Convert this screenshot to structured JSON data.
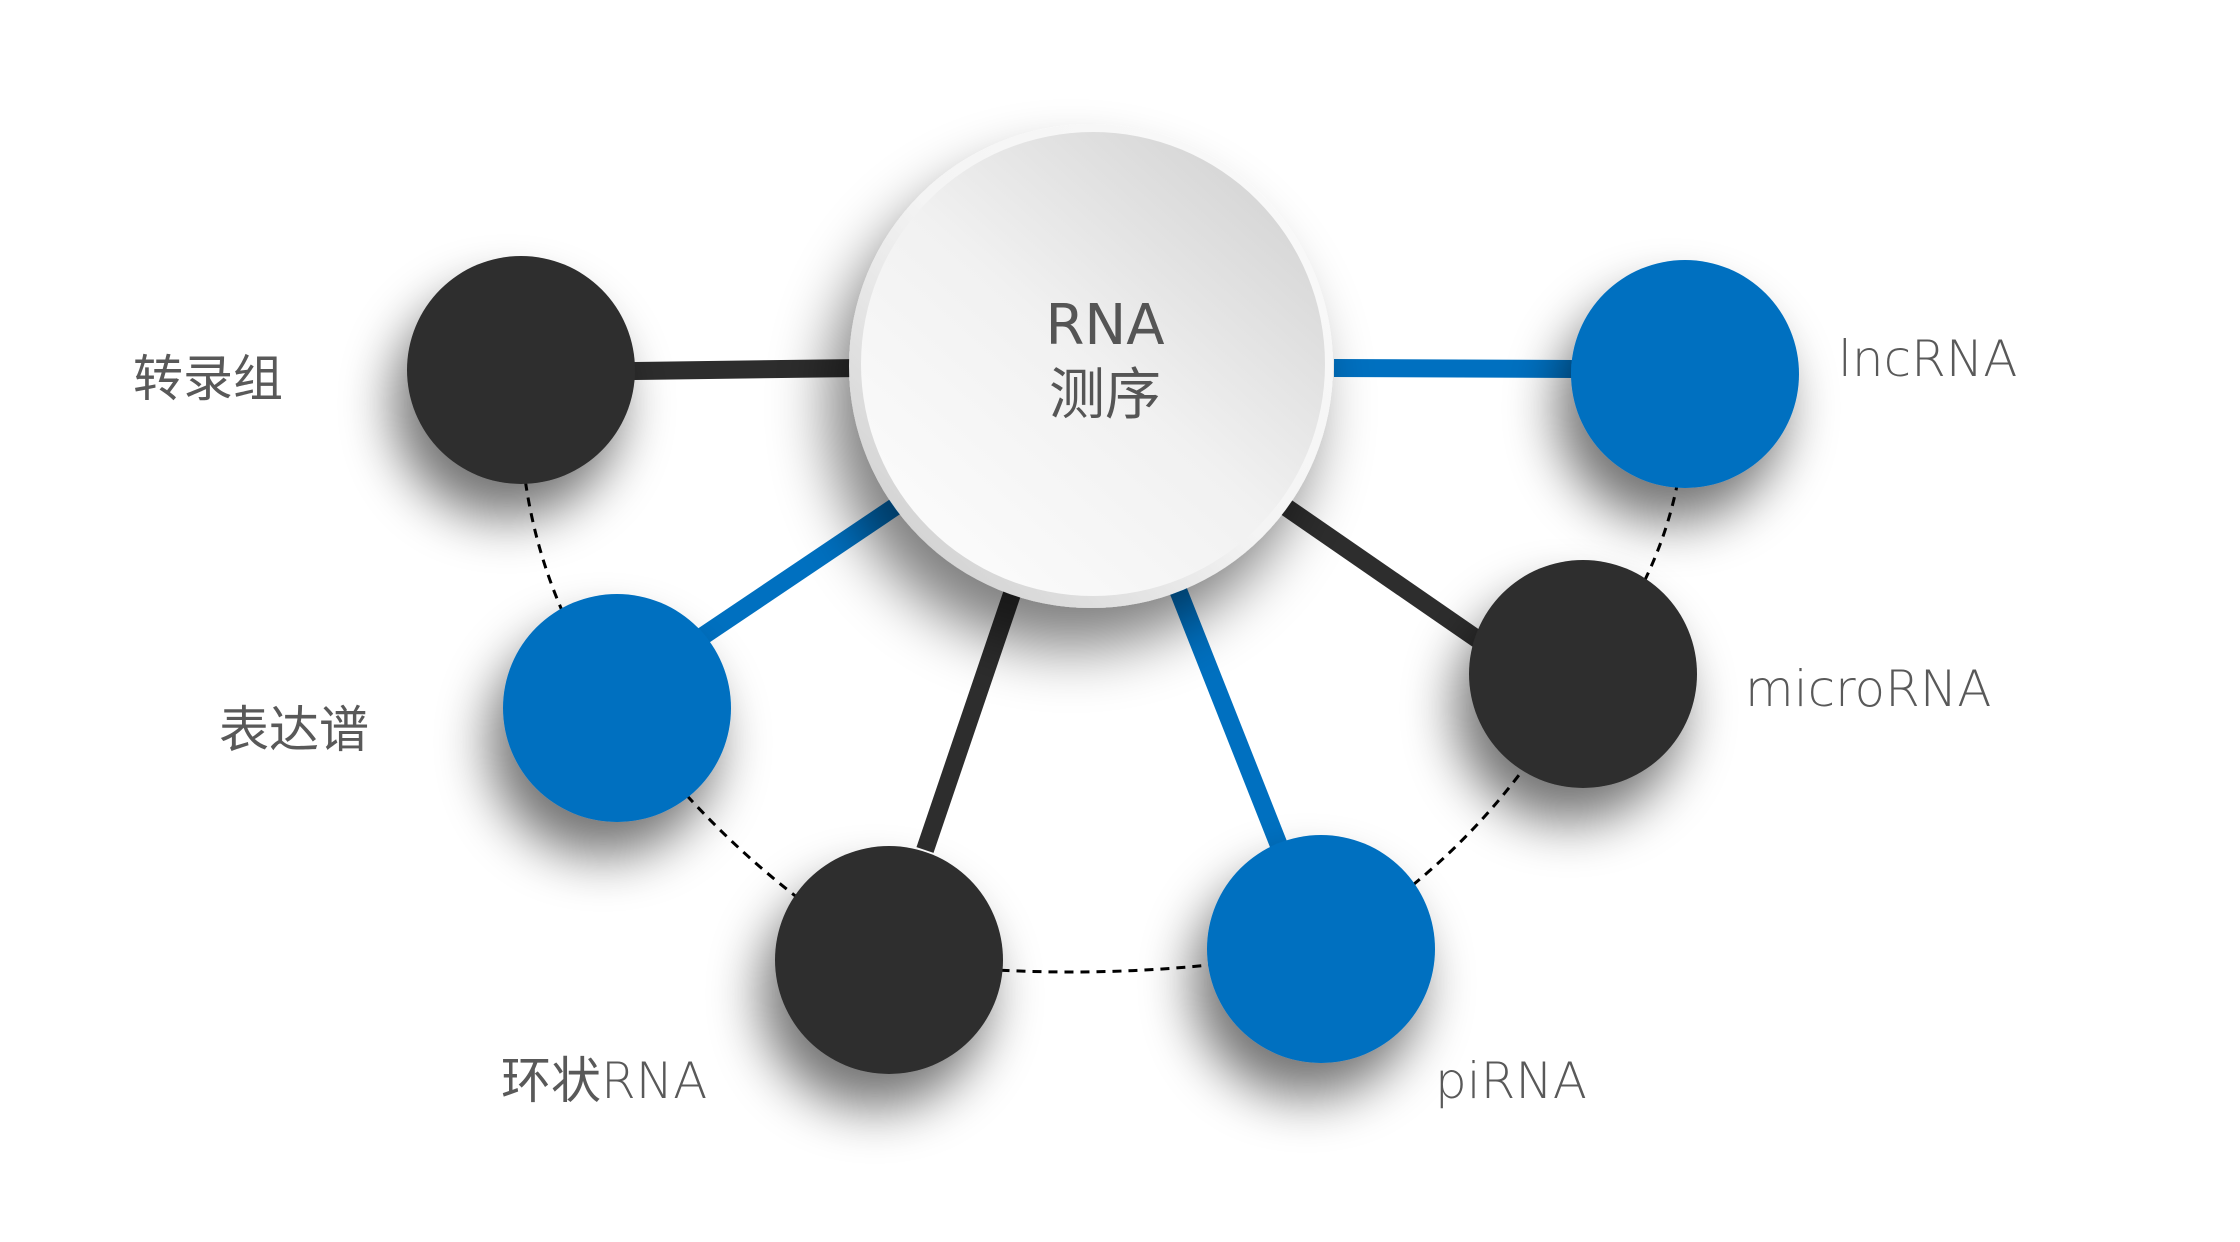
{
  "diagram": {
    "title_line1": "RNA",
    "title_line2": "测序",
    "colors": {
      "dark": "#2D2D2D",
      "blue": "#0070C0",
      "label_text": "#595959",
      "hub_face": "#F2F2F2",
      "dashed": "#000000"
    },
    "nodes": [
      {
        "id": "transcriptome",
        "label": "转录组",
        "color": "dark"
      },
      {
        "id": "expression-profile",
        "label": "表达谱",
        "color": "blue"
      },
      {
        "id": "circular-rna",
        "label": "环状RNA",
        "color": "dark"
      },
      {
        "id": "pirna",
        "label": "piRNA",
        "color": "blue"
      },
      {
        "id": "microrna",
        "label": "microRNA",
        "color": "dark"
      },
      {
        "id": "lncrna",
        "label": "lncRNA",
        "color": "blue"
      }
    ],
    "dashed_links": [
      [
        "transcriptome",
        "expression-profile"
      ],
      [
        "expression-profile",
        "circular-rna"
      ],
      [
        "circular-rna",
        "pirna"
      ],
      [
        "pirna",
        "microrna"
      ],
      [
        "microrna",
        "lncrna"
      ]
    ]
  }
}
